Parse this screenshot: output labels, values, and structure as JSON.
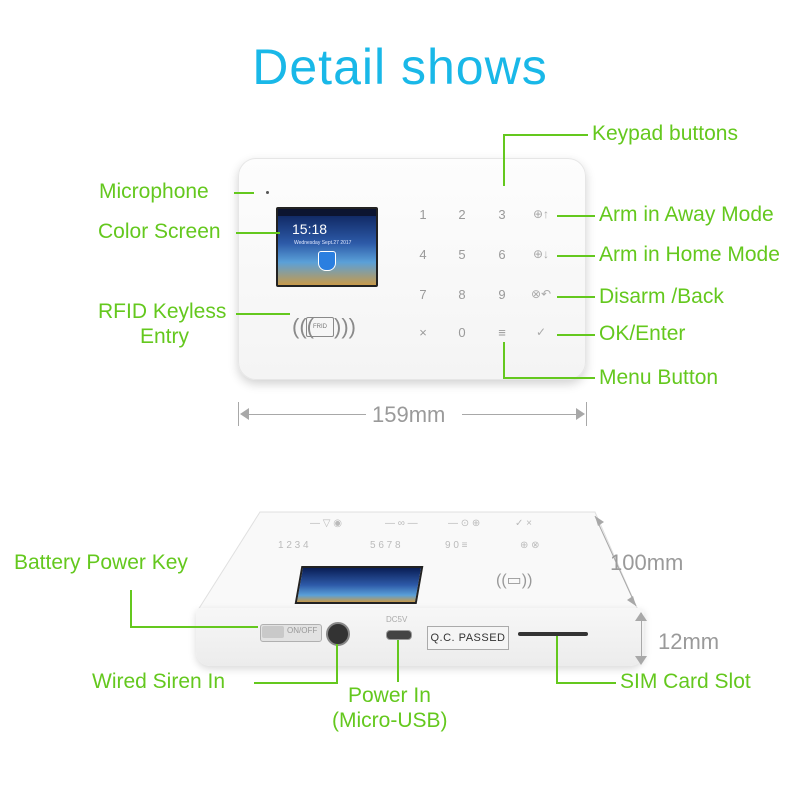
{
  "title": "Detail shows",
  "top_device": {
    "screen_time": "15:18",
    "screen_date": "Wednesday Sept.27 2017",
    "keys": [
      "1",
      "2",
      "3",
      "4",
      "5",
      "6",
      "7",
      "8",
      "9",
      "×",
      "0",
      "≡"
    ],
    "side_icons": [
      "arm-away-icon",
      "arm-home-icon",
      "disarm-icon",
      "ok-icon"
    ],
    "rfid_text": "FRID",
    "width_label": "159mm"
  },
  "bottom_device": {
    "switch_label": "ON/OFF",
    "usb_label": "DC5V",
    "qc_label": "Q.C. PASSED",
    "depth_label": "100mm",
    "height_label": "12mm"
  },
  "callouts": {
    "keypad_buttons": "Keypad buttons",
    "microphone": "Microphone",
    "color_screen": "Color Screen",
    "rfid_line1": "RFID Keyless",
    "rfid_line2": "Entry",
    "arm_away": "Arm in Away Mode",
    "arm_home": "Arm in Home Mode",
    "disarm_back": "Disarm /Back",
    "ok_enter": "OK/Enter",
    "menu_button": "Menu Button",
    "battery_power_key": "Battery Power Key",
    "wired_siren_in": "Wired Siren In",
    "power_in_line1": "Power In",
    "power_in_line2": "(Micro-USB)",
    "sim_card_slot": "SIM Card Slot"
  },
  "colors": {
    "title": "#19b8e8",
    "callout": "#64c81e",
    "dimension": "#9a9a9a"
  }
}
